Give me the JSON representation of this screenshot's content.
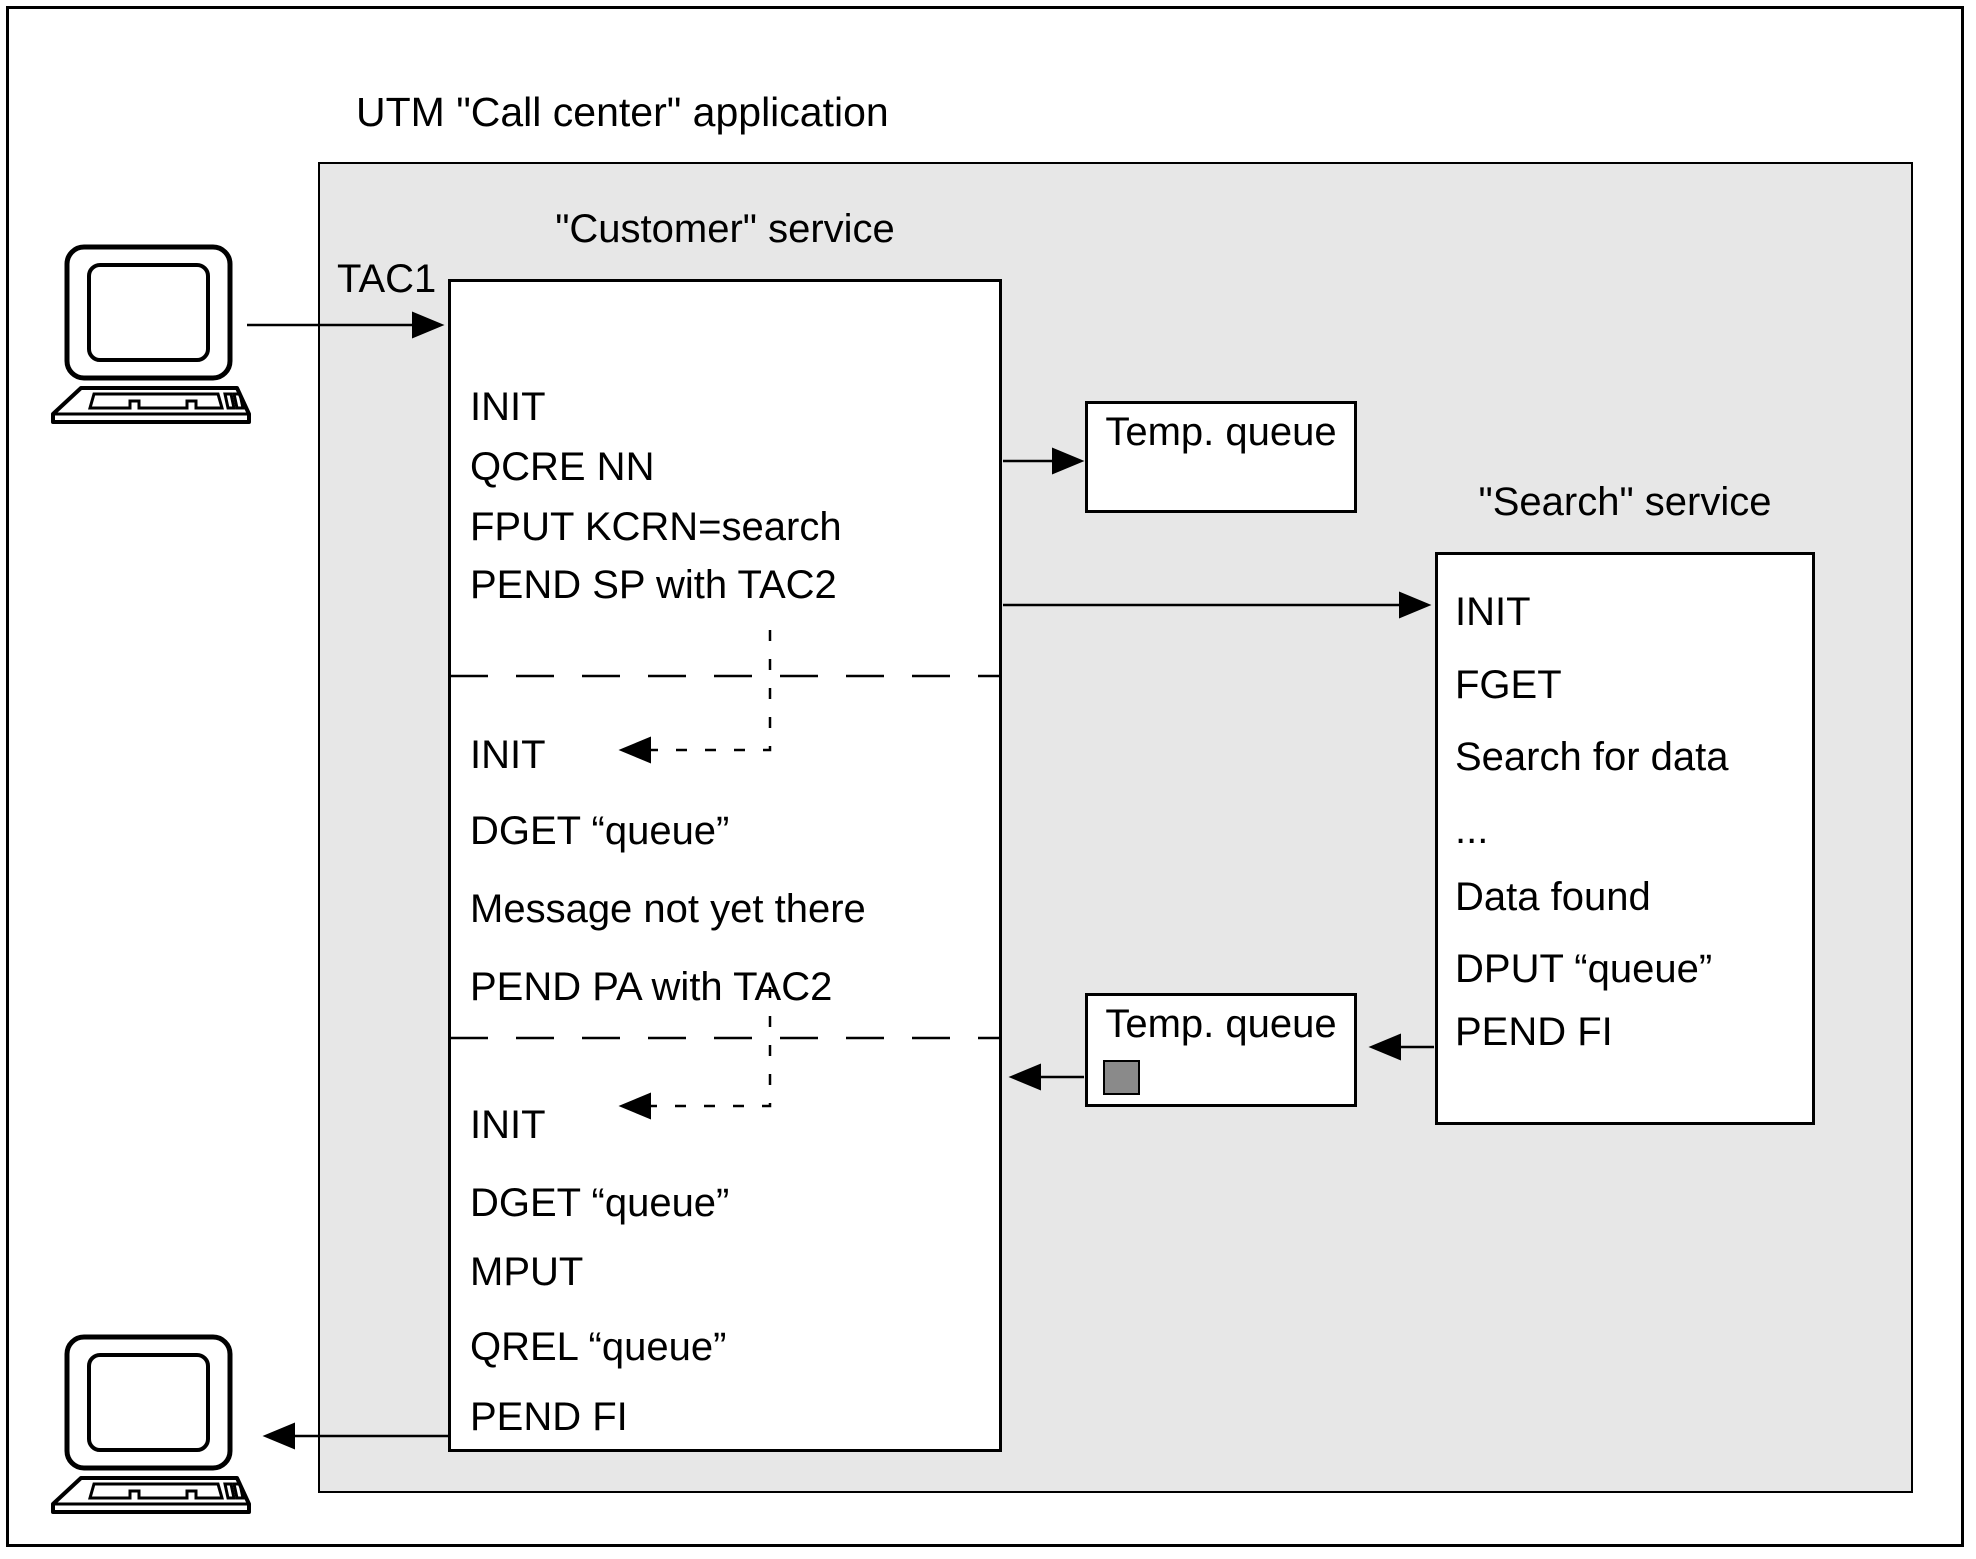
{
  "title": "UTM \"Call center\" application",
  "customer_service": {
    "label": "\"Customer\" service",
    "entry_tac": "TAC1",
    "sections": [
      {
        "lines": [
          "INIT",
          "QCRE NN",
          "FPUT KCRN=search",
          "PEND SP with TAC2"
        ]
      },
      {
        "lines": [
          "INIT",
          "DGET “queue”",
          "Message not yet there",
          "PEND PA with TAC2"
        ]
      },
      {
        "lines": [
          "INIT",
          "DGET “queue”",
          "MPUT",
          "QREL “queue”",
          "PEND FI"
        ]
      }
    ]
  },
  "search_service": {
    "label": "\"Search\" service",
    "lines": [
      "INIT",
      "FGET",
      "Search for data",
      "...",
      "Data found",
      "DPUT “queue”",
      "PEND FI"
    ]
  },
  "temp_queue_top": {
    "label": "Temp. queue"
  },
  "temp_queue_bottom": {
    "label": "Temp. queue"
  },
  "icons": {
    "terminal_top": "computer-terminal-icon",
    "terminal_bottom": "computer-terminal-icon",
    "message_square": "queued-message-marker"
  },
  "colors": {
    "app_background": "#e7e7e7",
    "box_background": "#ffffff",
    "line": "#000000",
    "message_square": "#8a8a8a"
  }
}
